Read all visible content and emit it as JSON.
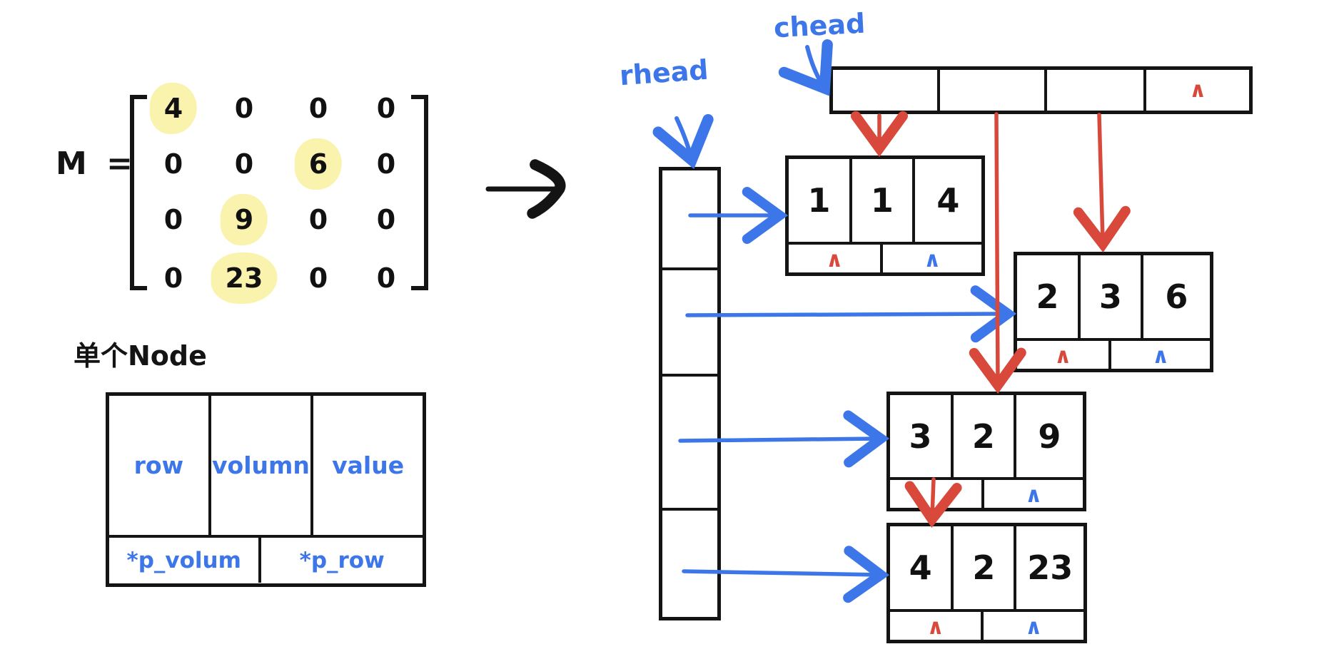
{
  "matrix": {
    "label": "M =",
    "rows": [
      [
        "4",
        "0",
        "0",
        "0"
      ],
      [
        "0",
        "0",
        "6",
        "0"
      ],
      [
        "0",
        "9",
        "0",
        "0"
      ],
      [
        "0",
        "23",
        "0",
        "0"
      ]
    ],
    "highlighted_cells": [
      [
        0,
        0
      ],
      [
        1,
        2
      ],
      [
        2,
        1
      ],
      [
        3,
        1
      ]
    ],
    "highlight_color": "#faf3ae"
  },
  "node_template": {
    "title": "单个Node",
    "fields": [
      "row",
      "volumn",
      "value"
    ],
    "pointers": [
      "*p_volum",
      "*p_row"
    ]
  },
  "heads": {
    "rhead_label": "rhead",
    "chead_label": "chead",
    "rhead_cell_count": 4,
    "chead_cell_count": 4
  },
  "nodes": [
    {
      "row": "1",
      "col": "1",
      "value": "4",
      "down": "∧",
      "right": "∧"
    },
    {
      "row": "2",
      "col": "3",
      "value": "6",
      "down": "∧",
      "right": "∧"
    },
    {
      "row": "3",
      "col": "2",
      "value": "9",
      "down": "arrow-to-next",
      "right": "∧"
    },
    {
      "row": "4",
      "col": "2",
      "value": "23",
      "down": "∧",
      "right": "∧"
    }
  ],
  "symbols": {
    "nil": "∧"
  },
  "colors": {
    "ink": "#141414",
    "blue": "#3d76e8",
    "red": "#d8493b",
    "highlight": "#faf3ae"
  }
}
